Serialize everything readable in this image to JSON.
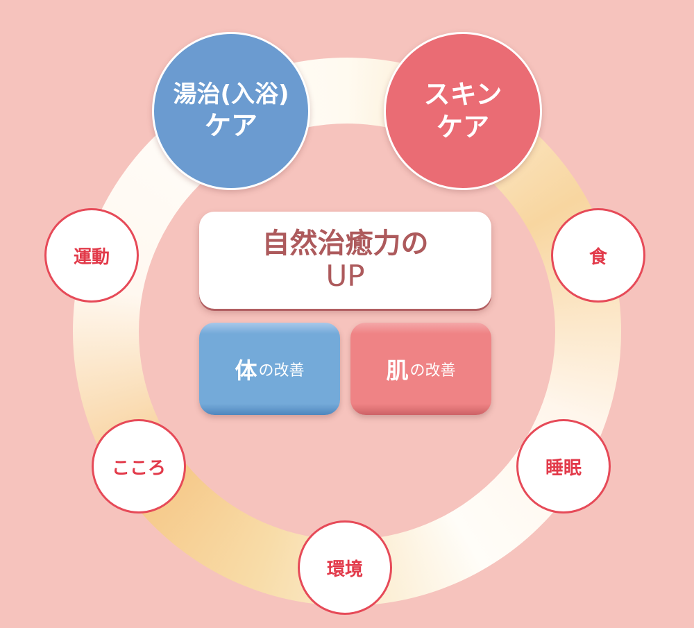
{
  "center": {
    "title_line1": "自然治癒力の",
    "title_line2": "UP"
  },
  "improvements": [
    {
      "strong": "体",
      "rest": "の改善"
    },
    {
      "strong": "肌",
      "rest": "の改善"
    }
  ],
  "main_cares": [
    {
      "line1": "湯治(入浴)",
      "line2": "ケア"
    },
    {
      "line1": "スキン",
      "line2": "ケア"
    }
  ],
  "factors": [
    "運動",
    "食",
    "こころ",
    "睡眠",
    "環境"
  ],
  "colors": {
    "background": "#f6c3bd",
    "blue": "#6b9bd0",
    "red": "#ea6c74",
    "accent_text": "#ad5a5c"
  }
}
